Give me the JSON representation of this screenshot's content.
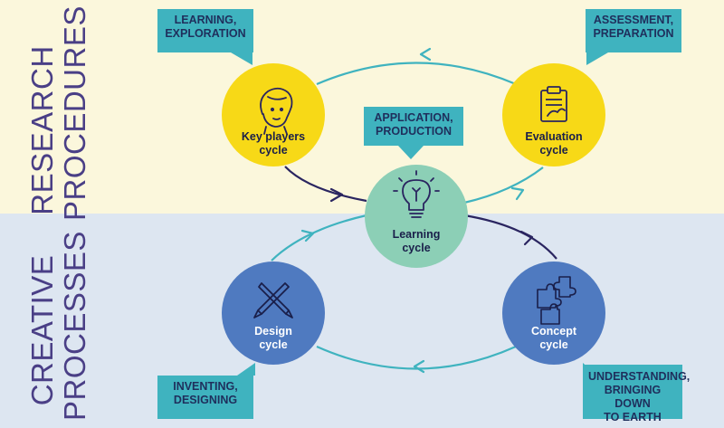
{
  "sections": {
    "research": [
      "RESEARCH",
      "PROCEDURES"
    ],
    "creative": [
      "CREATIVE",
      "PROCESSES"
    ]
  },
  "nodes": {
    "key_players": [
      "Key players",
      "cycle"
    ],
    "evaluation": [
      "Evaluation",
      "cycle"
    ],
    "learning": [
      "Learning",
      "cycle"
    ],
    "design": [
      "Design",
      "cycle"
    ],
    "concept": [
      "Concept",
      "cycle"
    ]
  },
  "callouts": {
    "learning_exploration": [
      "LEARNING,",
      "EXPLORATION"
    ],
    "assessment_preparation": [
      "ASSESSMENT,",
      "PREPARATION"
    ],
    "application_production": [
      "APPLICATION,",
      "PRODUCTION"
    ],
    "inventing_designing": [
      "INVENTING,",
      "DESIGNING"
    ],
    "understanding": [
      "UNDERSTANDING,",
      "BRINGING DOWN",
      "TO EARTH"
    ]
  },
  "icons": {
    "key_players": "person-head-icon",
    "evaluation": "clipboard-icon",
    "learning": "lightbulb-icon",
    "design": "crossed-pencils-icon",
    "concept": "puzzle-pieces-icon"
  },
  "colors": {
    "top_band": "#fbf7dc",
    "bottom_band": "#dde6f1",
    "yellow": "#f7d917",
    "mint": "#8ccfb6",
    "blue": "#4f7ac0",
    "teal": "#3fb3bf",
    "navy": "#2a2560",
    "section_text": "#4a3f86"
  }
}
